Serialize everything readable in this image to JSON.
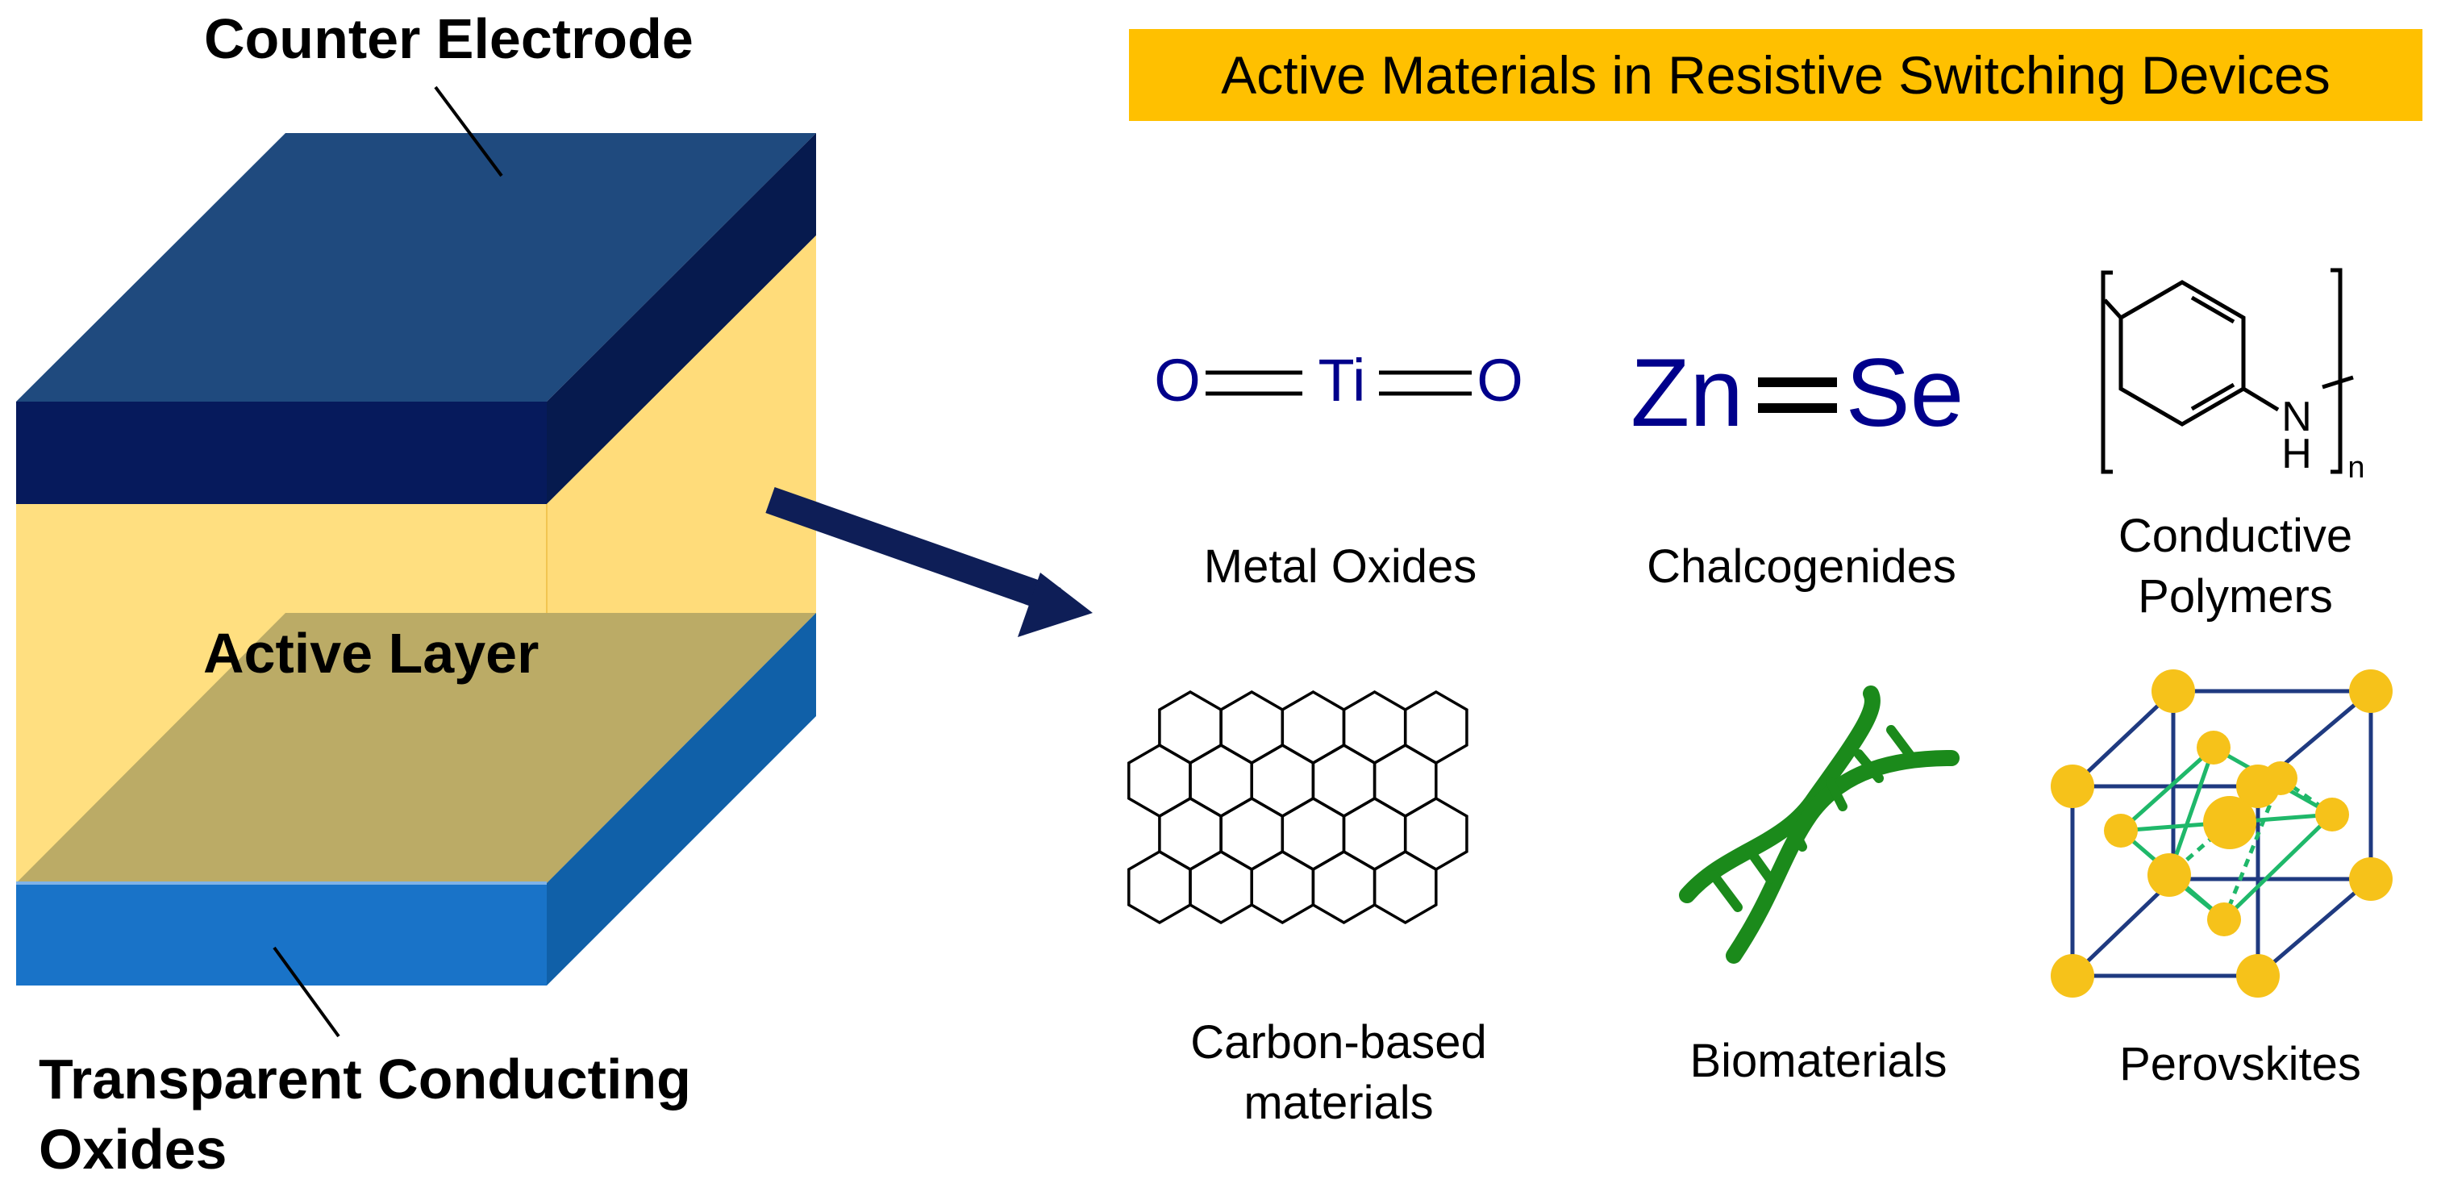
{
  "device": {
    "counter_electrode": "Counter Electrode",
    "active_layer": "Active Layer",
    "tco_line1": "Transparent Conducting",
    "tco_line2": "Oxides"
  },
  "banner": {
    "title": "Active Materials in Resistive Switching Devices"
  },
  "materials": [
    {
      "label": "Metal  Oxides",
      "icon": "titanium-dioxide-structure-icon"
    },
    {
      "label": "Chalcogenides",
      "icon": "zinc-selenide-structure-icon"
    },
    {
      "label": "Conductive\nPolymers",
      "icon": "polyaniline-structure-icon"
    },
    {
      "label": "Carbon-based\nmaterials",
      "icon": "graphene-lattice-icon"
    },
    {
      "label": "Biomaterials",
      "icon": "dna-double-helix-icon"
    },
    {
      "label": "Perovskites",
      "icon": "perovskite-crystal-icon"
    }
  ],
  "formulas": {
    "tio2_o_left": "O",
    "tio2_ti": "Ti",
    "tio2_o_right": "O",
    "znse_zn": "Zn",
    "znse_se": "Se",
    "polymer_n": "N",
    "polymer_h": "H",
    "polymer_sub": "n"
  },
  "colors": {
    "banner": "#FFC000",
    "electrode_top": "#1F4A7E",
    "electrode_front": "#061A5C",
    "active_layer": "#FFDF80",
    "active_layer_shaded": "#BBAB66",
    "tco_front": "#1973C8",
    "tco_side": "#1060A8",
    "arrow": "#0E1E57",
    "formula_text": "#00008B",
    "dna": "#1B8A1B",
    "perovskite_atom": "#F6C21A",
    "perovskite_bond": "#1FB86A",
    "perovskite_frame": "#1F3A80"
  }
}
